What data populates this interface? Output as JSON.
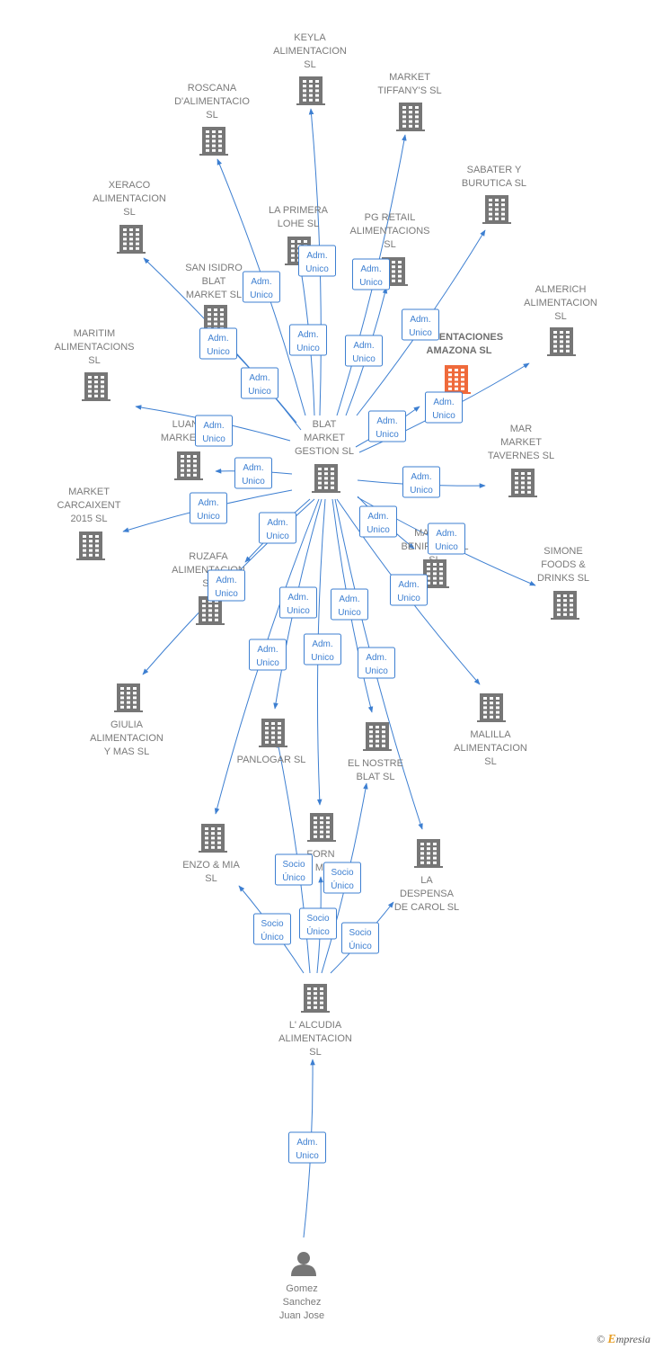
{
  "colors": {
    "edge": "#3d7fd1",
    "building": "#767676",
    "highlight": "#ef6a3b",
    "label": "#7a7a7a"
  },
  "nodes": [
    {
      "id": "keyla",
      "icon": "building-icon",
      "lines": [
        "KEYLA",
        "ALIMENTACION",
        "SL"
      ]
    },
    {
      "id": "roscana",
      "icon": "building-icon",
      "lines": [
        "ROSCANA",
        "D'ALIMENTACIO",
        "SL"
      ]
    },
    {
      "id": "market-tiffanys",
      "icon": "building-icon",
      "lines": [
        "MARKET",
        "TIFFANY'S  SL"
      ]
    },
    {
      "id": "sabater",
      "icon": "building-icon",
      "lines": [
        "SABATER Y",
        "BURUTICA  SL"
      ]
    },
    {
      "id": "xeraco",
      "icon": "building-icon",
      "lines": [
        "XERACO",
        "ALIMENTACION",
        "SL"
      ]
    },
    {
      "id": "la-primera",
      "icon": "building-icon",
      "lines": [
        "LA PRIMERA",
        "LOHE  SL"
      ]
    },
    {
      "id": "pg-retail",
      "icon": "building-icon",
      "lines": [
        "PG RETAIL",
        "ALIMENTACIONS",
        "SL"
      ]
    },
    {
      "id": "almerich",
      "icon": "building-icon",
      "lines": [
        "ALMERICH",
        "ALIMENTACION",
        "SL"
      ]
    },
    {
      "id": "san-isidro",
      "icon": "building-icon",
      "lines": [
        "SAN ISIDRO",
        "BLAT",
        "MARKET  SL"
      ]
    },
    {
      "id": "amazona",
      "icon": "building-icon",
      "highlight": true,
      "lines": [
        "ALIMENTACIONES",
        "AMAZONA  SL"
      ]
    },
    {
      "id": "maritim",
      "icon": "building-icon",
      "lines": [
        "MARITIM",
        "ALIMENTACIONS",
        "SL"
      ]
    },
    {
      "id": "luana",
      "icon": "building-icon",
      "lines": [
        "LUANA",
        "MARKET  SL"
      ]
    },
    {
      "id": "blat-market",
      "icon": "building-icon",
      "center": true,
      "lines": [
        "BLAT",
        "MARKET",
        "GESTION  SL"
      ]
    },
    {
      "id": "mar-market",
      "icon": "building-icon",
      "lines": [
        "MAR",
        "MARKET",
        "TAVERNES  SL"
      ]
    },
    {
      "id": "market-carcaixent",
      "icon": "building-icon",
      "lines": [
        "MARKET",
        "CARCAIXENT",
        "2015  SL"
      ]
    },
    {
      "id": "market-beniparrell",
      "icon": "building-icon",
      "lines": [
        "MARKET",
        "BENIPARRELL",
        "SL"
      ]
    },
    {
      "id": "simone",
      "icon": "building-icon",
      "lines": [
        "SIMONE",
        "FOODS &",
        "DRINKS  SL"
      ]
    },
    {
      "id": "ruzafa",
      "icon": "building-icon",
      "lines": [
        "RUZAFA",
        "ALIMENTACION",
        "SL"
      ]
    },
    {
      "id": "giulia",
      "icon": "building-icon",
      "lines": [
        "GIULIA",
        "ALIMENTACION",
        "Y MAS  SL"
      ]
    },
    {
      "id": "malilla",
      "icon": "building-icon",
      "lines": [
        "MALILLA",
        "ALIMENTACION",
        "SL"
      ]
    },
    {
      "id": "panlogar",
      "icon": "building-icon",
      "lines": [
        "PANLOGAR  SL"
      ]
    },
    {
      "id": "el-nostre",
      "icon": "building-icon",
      "lines": [
        "EL NOSTRE",
        "BLAT  SL"
      ]
    },
    {
      "id": "forn",
      "icon": "building-icon",
      "lines": [
        "FORN",
        "MI"
      ]
    },
    {
      "id": "enzo",
      "icon": "building-icon",
      "lines": [
        "ENZO & MIA",
        "SL"
      ]
    },
    {
      "id": "la-despensa",
      "icon": "building-icon",
      "lines": [
        "LA",
        "DESPENSA",
        "DE CAROL  SL"
      ]
    },
    {
      "id": "alcudia",
      "icon": "building-icon",
      "lines": [
        "L' ALCUDIA",
        "ALIMENTACION",
        "SL"
      ]
    },
    {
      "id": "gomez",
      "icon": "person-icon",
      "lines": [
        "Gomez",
        "Sanchez",
        "Juan Jose"
      ]
    }
  ],
  "edges": [
    {
      "from": "blat-market",
      "to": "keyla",
      "lines": [
        "Adm.",
        "Unico"
      ]
    },
    {
      "from": "blat-market",
      "to": "roscana",
      "lines": [
        "Adm.",
        "Unico"
      ]
    },
    {
      "from": "blat-market",
      "to": "market-tiffanys",
      "lines": [
        "Adm.",
        "Unico"
      ]
    },
    {
      "from": "blat-market",
      "to": "sabater",
      "lines": [
        "Adm.",
        "Unico"
      ]
    },
    {
      "from": "blat-market",
      "to": "xeraco",
      "lines": [
        "Adm.",
        "Unico"
      ]
    },
    {
      "from": "blat-market",
      "to": "la-primera",
      "lines": [
        "Adm.",
        "Unico"
      ]
    },
    {
      "from": "blat-market",
      "to": "pg-retail",
      "lines": [
        "Adm.",
        "Unico"
      ]
    },
    {
      "from": "blat-market",
      "to": "almerich",
      "lines": [
        "Adm.",
        "Unico"
      ]
    },
    {
      "from": "blat-market",
      "to": "san-isidro",
      "lines": [
        "Adm.",
        "Unico"
      ]
    },
    {
      "from": "blat-market",
      "to": "amazona",
      "lines": [
        "Adm.",
        "Unico"
      ]
    },
    {
      "from": "blat-market",
      "to": "maritim",
      "lines": [
        "Adm.",
        "Unico"
      ]
    },
    {
      "from": "blat-market",
      "to": "luana",
      "lines": [
        "Adm.",
        "Unico"
      ]
    },
    {
      "from": "blat-market",
      "to": "mar-market",
      "lines": [
        "Adm.",
        "Unico"
      ]
    },
    {
      "from": "blat-market",
      "to": "market-carcaixent",
      "lines": [
        "Adm.",
        "Unico"
      ]
    },
    {
      "from": "blat-market",
      "to": "market-beniparrell",
      "lines": [
        "Adm.",
        "Unico"
      ]
    },
    {
      "from": "blat-market",
      "to": "simone",
      "lines": [
        "Adm.",
        "Unico"
      ]
    },
    {
      "from": "blat-market",
      "to": "ruzafa",
      "lines": [
        "Adm.",
        "Unico"
      ]
    },
    {
      "from": "blat-market",
      "to": "giulia",
      "lines": [
        "Adm.",
        "Unico"
      ]
    },
    {
      "from": "blat-market",
      "to": "malilla",
      "lines": [
        "Adm.",
        "Unico"
      ]
    },
    {
      "from": "blat-market",
      "to": "panlogar",
      "lines": [
        "Adm.",
        "Unico"
      ]
    },
    {
      "from": "blat-market",
      "to": "el-nostre",
      "lines": [
        "Adm.",
        "Unico"
      ]
    },
    {
      "from": "blat-market",
      "to": "forn",
      "lines": [
        "Adm.",
        "Unico"
      ]
    },
    {
      "from": "blat-market",
      "to": "enzo",
      "lines": [
        "Adm.",
        "Unico"
      ]
    },
    {
      "from": "blat-market",
      "to": "la-despensa",
      "lines": [
        "Adm.",
        "Unico"
      ]
    },
    {
      "from": "alcudia",
      "to": "enzo",
      "lines": [
        "Socio",
        "Único"
      ]
    },
    {
      "from": "alcudia",
      "to": "panlogar",
      "lines": [
        "Socio",
        "Único"
      ]
    },
    {
      "from": "alcudia",
      "to": "forn",
      "lines": [
        "Socio",
        "Único"
      ]
    },
    {
      "from": "alcudia",
      "to": "el-nostre",
      "lines": [
        "Socio",
        "Único"
      ]
    },
    {
      "from": "alcudia",
      "to": "la-despensa",
      "lines": [
        "Socio",
        "Único"
      ]
    },
    {
      "from": "gomez",
      "to": "alcudia",
      "lines": [
        "Adm.",
        "Unico"
      ]
    }
  ],
  "footer": {
    "copyright": "©",
    "brand_initial": "E",
    "brand_rest": "mpresia"
  }
}
